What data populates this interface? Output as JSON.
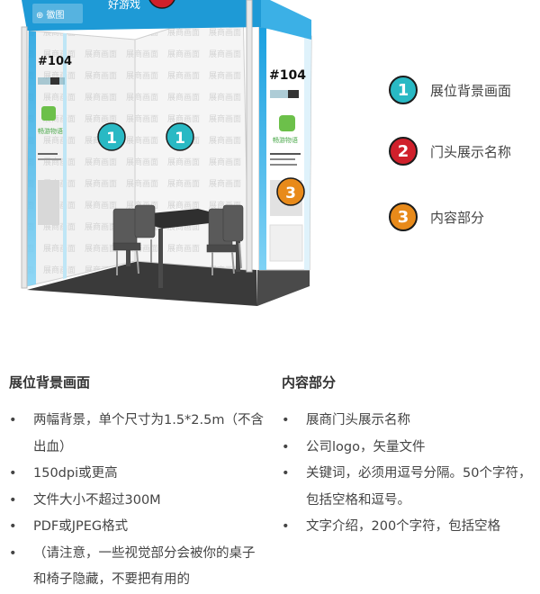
{
  "booth": {
    "booth_number": "#104",
    "watermark": "展商画面",
    "badge_markers": [
      "1",
      "1",
      "3"
    ]
  },
  "legend": [
    {
      "number": "1",
      "label": "展位背景画面",
      "color": "#29b9c4"
    },
    {
      "number": "2",
      "label": "门头展示名称",
      "color": "#d0202b"
    },
    {
      "number": "3",
      "label": "内容部分",
      "color": "#e88a1a"
    }
  ],
  "left_section": {
    "title": "展位背景画面",
    "items": [
      "两幅背景，单个尺寸为1.5*2.5m（不含出血）",
      "150dpi或更高",
      "文件大小不超过300M",
      "PDF或JPEG格式",
      "（请注意，一些视觉部分会被你的桌子和椅子隐藏，不要把有用的"
    ]
  },
  "right_section": {
    "title": "内容部分",
    "items": [
      "展商门头展示名称",
      "公司logo，矢量文件",
      "关键词，必须用逗号分隔。50个字符，包括空格和逗号。",
      "文字介绍，200个字符，包括空格"
    ]
  }
}
